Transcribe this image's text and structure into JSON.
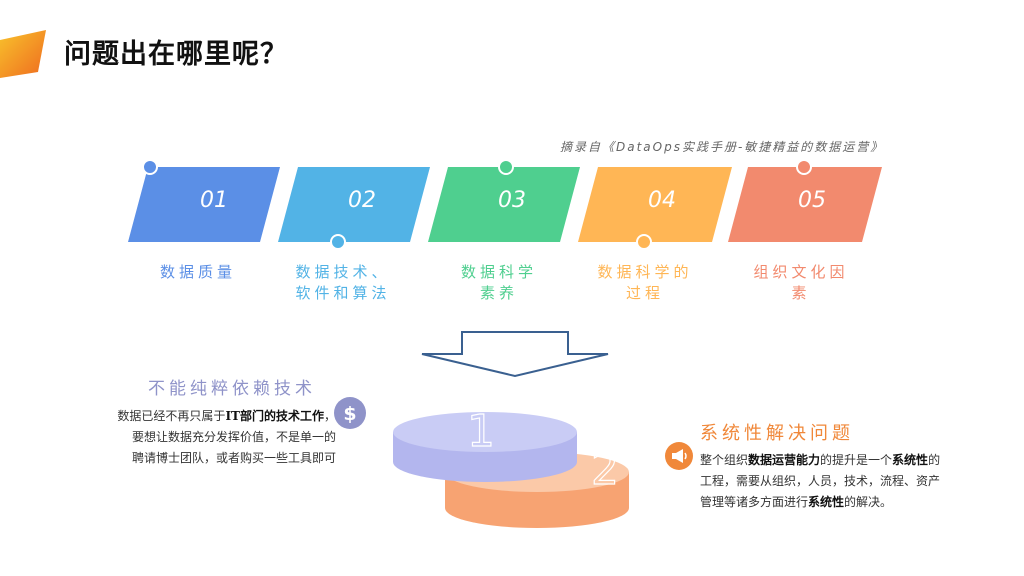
{
  "title": "问题出在哪里呢？",
  "source": "摘录自《DataOps实践手册-敏捷精益的数据运营》",
  "steps": [
    {
      "num": "01",
      "label_lines": [
        "数据质量"
      ],
      "color": "#5b8fe6"
    },
    {
      "num": "02",
      "label_lines": [
        "数据技术、",
        "软件和算法"
      ],
      "color": "#52b3e6"
    },
    {
      "num": "03",
      "label_lines": [
        "数据科学",
        "素养"
      ],
      "color": "#4fcf8f"
    },
    {
      "num": "04",
      "label_lines": [
        "数据科学的",
        "过程"
      ],
      "color": "#ffb655"
    },
    {
      "num": "05",
      "label_lines": [
        "组织文化因",
        "素"
      ],
      "color": "#f28a6e"
    }
  ],
  "left": {
    "title": "不能纯粹依赖技术",
    "lines": [
      {
        "pre": "数据已经不再只属于",
        "bold": "IT部门的技术工作",
        "post": "，"
      },
      {
        "pre": "要想让数据充分发挥价值，不是单一的",
        "bold": "",
        "post": ""
      },
      {
        "pre": "聘请博士团队，或者购买一些工具即可",
        "bold": "",
        "post": ""
      }
    ]
  },
  "right": {
    "title": "系统性解决问题",
    "segments": [
      {
        "t": "整个组织",
        "b": false
      },
      {
        "t": "数据运营能力",
        "b": true
      },
      {
        "t": "的提升是一个",
        "b": false
      },
      {
        "t": "系统性",
        "b": true
      },
      {
        "t": "的工程，需要从组织，人员，技术，流程、资产管理等诸多方面进行",
        "b": false
      },
      {
        "t": "系统性",
        "b": true
      },
      {
        "t": "的解决。",
        "b": false
      }
    ]
  },
  "disc_labels": [
    "1",
    "2"
  ],
  "colors": {
    "accent": "#f0883a",
    "purple_disc": "#b3b6ee",
    "orange_disc": "#f7a372",
    "arrow": "#3a6090"
  }
}
